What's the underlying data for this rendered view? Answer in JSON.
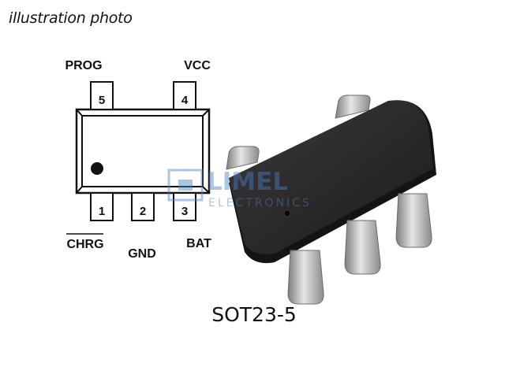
{
  "caption": "illustration photo",
  "package_name": "SOT23-5",
  "watermark": "LIMEL ELECTRONICS",
  "pins": [
    {
      "number": "1",
      "name": "CHRG",
      "overline": true
    },
    {
      "number": "2",
      "name": "GND"
    },
    {
      "number": "3",
      "name": "BAT"
    },
    {
      "number": "4",
      "name": "VCC"
    },
    {
      "number": "5",
      "name": "PROG"
    }
  ],
  "colors": {
    "outline": "#111111",
    "chip_body": "#1c1c1c",
    "lead_metal": "#a9a9a9",
    "watermark": "#4a7fc1"
  }
}
